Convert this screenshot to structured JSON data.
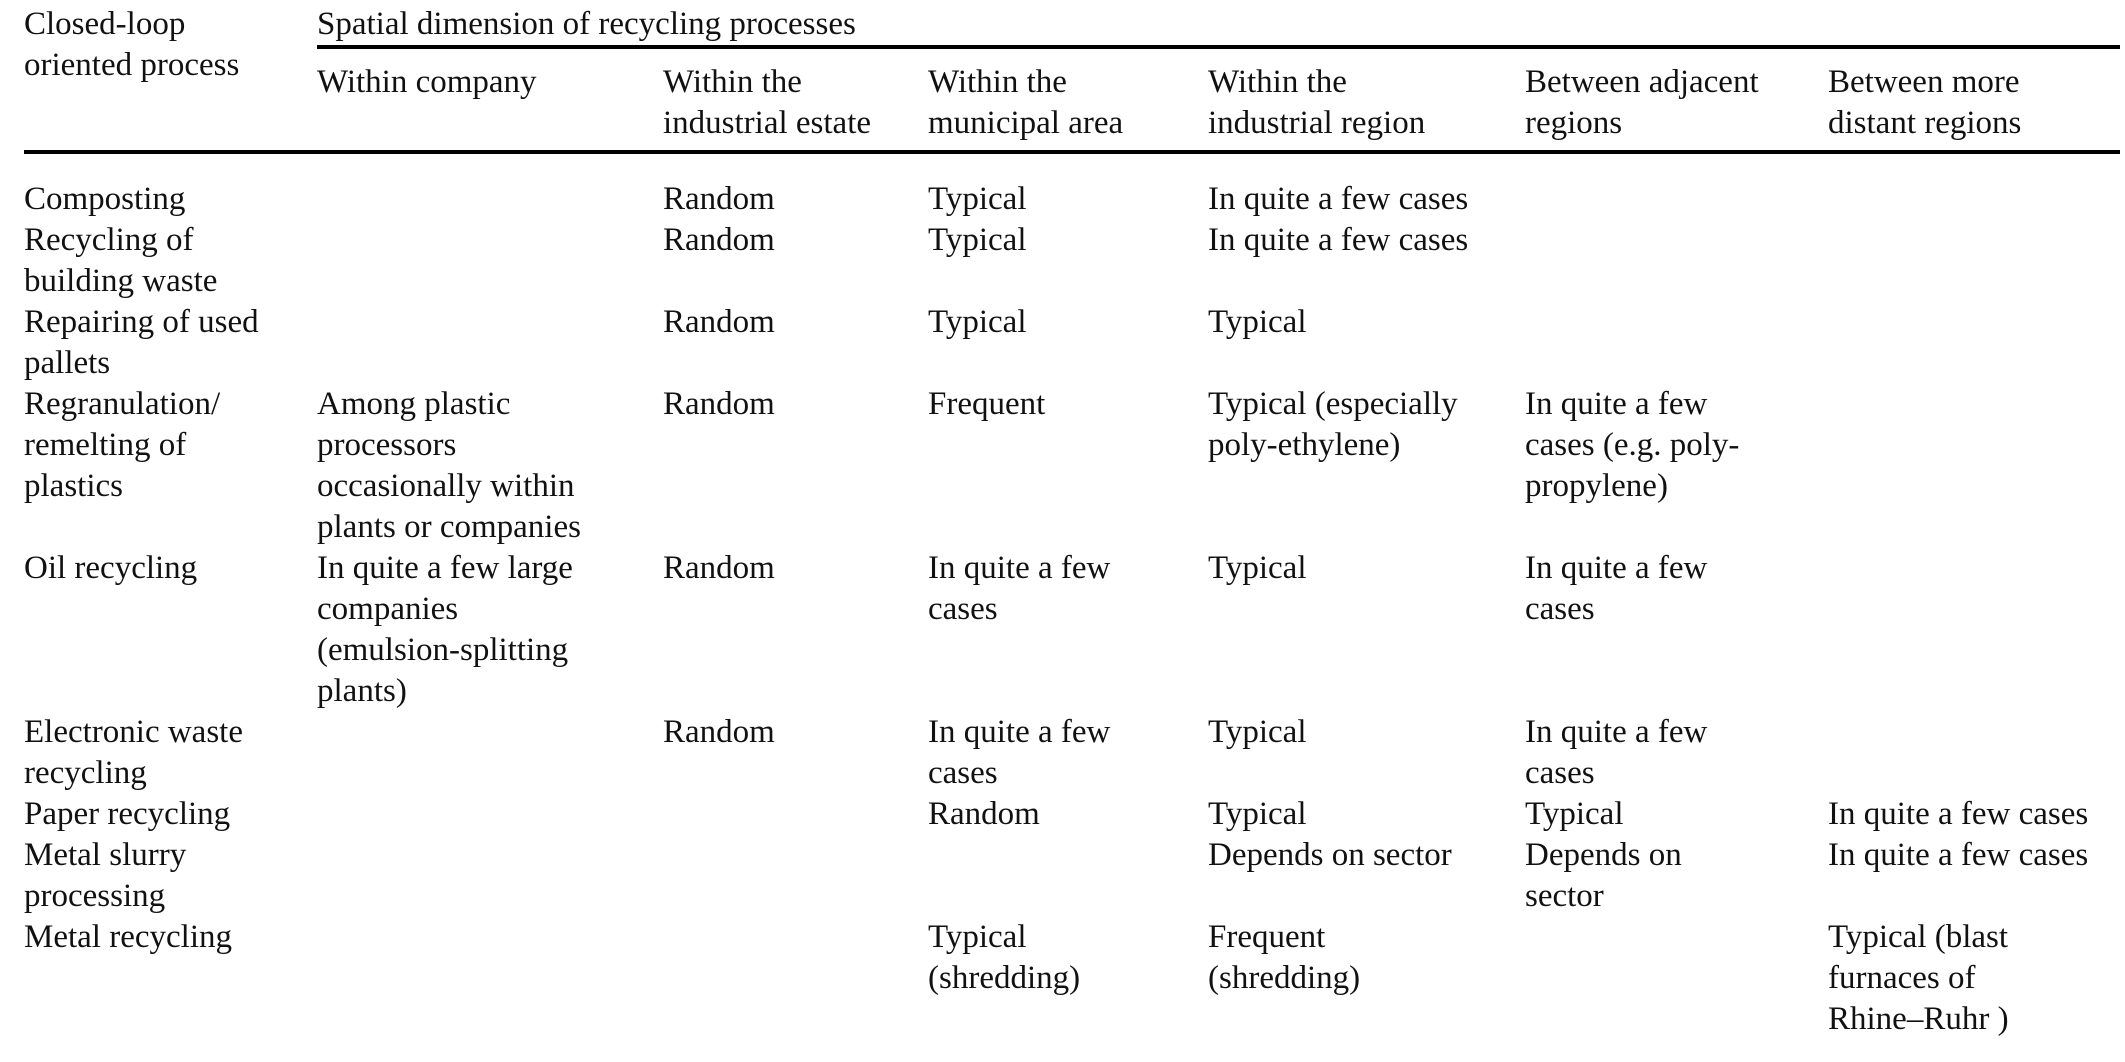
{
  "colors": {
    "text": "#111111",
    "rules": "#000000",
    "background": "#ffffff"
  },
  "table": {
    "corner_header": "Closed-loop\noriented process",
    "group_header": "Spatial dimension of recycling processes",
    "column_headers": [
      "Within company",
      "Within the\nindustrial estate",
      "Within the\nmunicipal area",
      "Within the\nindustrial region",
      "Between adjacent\nregions",
      "Between more\ndistant regions"
    ],
    "rows": [
      {
        "process": "Composting",
        "cells": [
          "",
          "Random",
          "Typical",
          "In quite a few cases",
          "",
          ""
        ]
      },
      {
        "process": "Recycling of\nbuilding waste",
        "cells": [
          "",
          "Random",
          "Typical",
          "In quite a few cases",
          "",
          ""
        ]
      },
      {
        "process": "Repairing of used\npallets",
        "cells": [
          "",
          "Random",
          "Typical",
          "Typical",
          "",
          ""
        ]
      },
      {
        "process": "Regranulation/\nremelting of\nplastics",
        "cells": [
          "Among plastic\nprocessors\noccasionally within\nplants or companies",
          "Random",
          "Frequent",
          "Typical (especially\npoly-ethylene)",
          "In quite a few\ncases (e.g. poly-\npropylene)",
          ""
        ]
      },
      {
        "process": "Oil recycling",
        "cells": [
          "In quite a few large\ncompanies\n(emulsion-splitting\nplants)",
          "Random",
          "In quite a few\ncases",
          "Typical",
          "In quite a few\ncases",
          ""
        ]
      },
      {
        "process": "Electronic waste\nrecycling",
        "cells": [
          "",
          "Random",
          "In quite a few\ncases",
          "Typical",
          "In quite a few\ncases",
          ""
        ]
      },
      {
        "process": "Paper recycling",
        "cells": [
          "",
          "",
          "Random",
          "Typical",
          "Typical",
          "In quite a few cases"
        ]
      },
      {
        "process": "Metal slurry\nprocessing",
        "cells": [
          "",
          "",
          "",
          "Depends on sector",
          "Depends on\nsector",
          "In quite a few cases"
        ]
      },
      {
        "process": "Metal recycling",
        "cells": [
          "",
          "",
          "Typical\n(shredding)",
          "Frequent\n(shredding)",
          "",
          "Typical (blast\nfurnaces of\nRhine–Ruhr )"
        ]
      }
    ]
  }
}
